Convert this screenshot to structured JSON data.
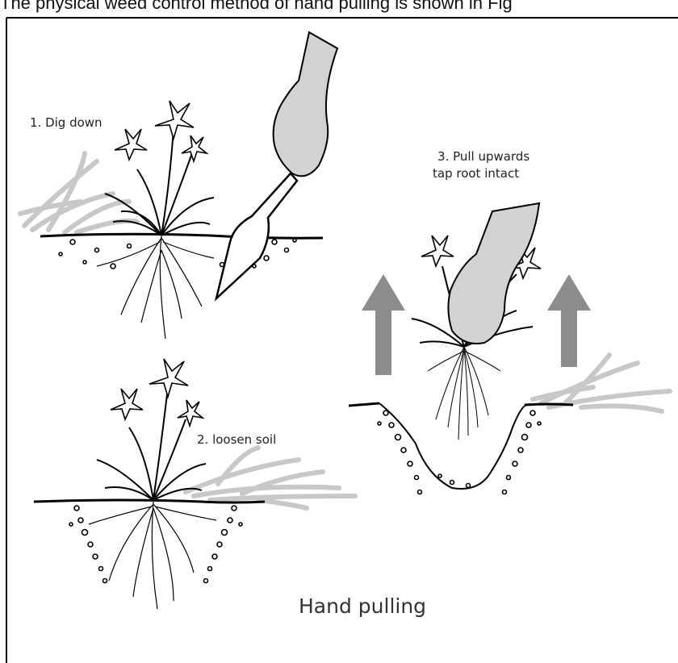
{
  "caption": "The physical weed control method of hand pulling is shown in Fig",
  "figure": {
    "title": "Hand pulling",
    "steps": [
      {
        "label": "1. Dig down"
      },
      {
        "label": "2. loosen soil"
      },
      {
        "label_line1": "3. Pull upwards",
        "label_line2": "tap root intact"
      }
    ]
  },
  "colors": {
    "ink": "#111111",
    "grass": "#c8c8c8",
    "glove": "#d2d2d2",
    "arrow": "#8c8c8c"
  }
}
